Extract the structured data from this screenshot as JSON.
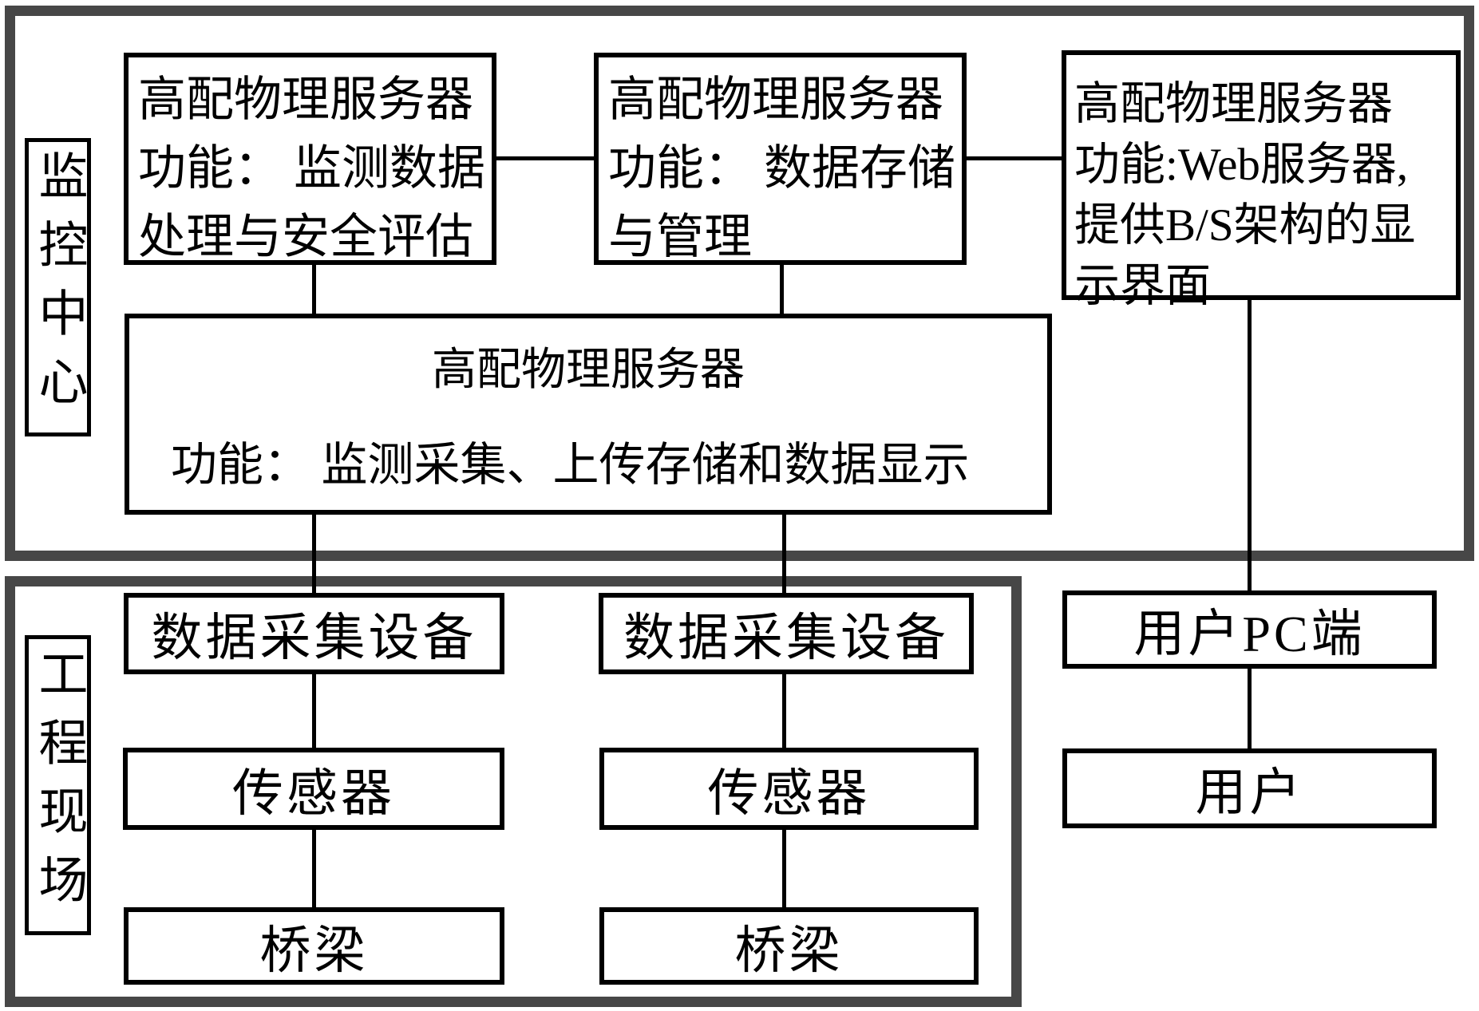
{
  "monitoring_center": {
    "label": "监控中心",
    "server_processing": {
      "lines": [
        "高配物理服务器",
        "功能： 监测数据",
        "处理与安全评估"
      ]
    },
    "server_storage": {
      "lines": [
        "高配物理服务器",
        "功能： 数据存储",
        "与管理"
      ]
    },
    "server_web": {
      "lines": [
        "高配物理服务器",
        "功能:Web服务器,",
        "提供B/S架构的显",
        "示界面"
      ]
    },
    "server_main": {
      "title": "高配物理服务器",
      "function": "功能： 监测采集、上传存储和数据显示"
    }
  },
  "site": {
    "label": "工程现场",
    "daq_left": "数据采集设备",
    "daq_right": "数据采集设备",
    "sensor_left": "传感器",
    "sensor_right": "传感器",
    "bridge_left": "桥梁",
    "bridge_right": "桥梁"
  },
  "user_side": {
    "pc": "用户PC端",
    "user": "用户"
  },
  "colors": {
    "outer_border": "#474747",
    "box_border": "#000000",
    "background": "#ffffff",
    "text": "#000000"
  }
}
